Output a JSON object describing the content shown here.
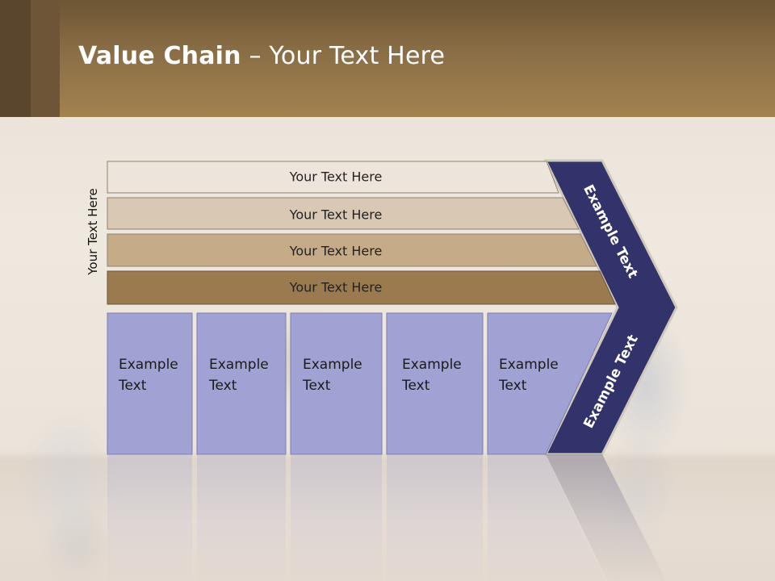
{
  "title": {
    "bold": "Value Chain",
    "rest": " – Your Text Here"
  },
  "side_label": "Your Text Here",
  "bands": [
    {
      "label": "Your Text Here",
      "color": "#ede5dc"
    },
    {
      "label": "Your Text Here",
      "color": "#d8c8b4"
    },
    {
      "label": "Your Text Here",
      "color": "#c6ab88"
    },
    {
      "label": "Your Text Here",
      "color": "#9b7a4f"
    }
  ],
  "boxes": [
    {
      "line1": "Example",
      "line2": "Text"
    },
    {
      "line1": "Example",
      "line2": "Text"
    },
    {
      "line1": "Example",
      "line2": "Text"
    },
    {
      "line1": "Example",
      "line2": "Text"
    },
    {
      "line1": "Example",
      "line2": "Text"
    }
  ],
  "chevron_labels": {
    "upper": "Example Text",
    "lower": "Example Text"
  },
  "colors": {
    "header": "#8a6e46",
    "box_fill": "#a0a2d4",
    "chevron_fill": "#33336b",
    "chevron_border": "#c9c2b8"
  }
}
